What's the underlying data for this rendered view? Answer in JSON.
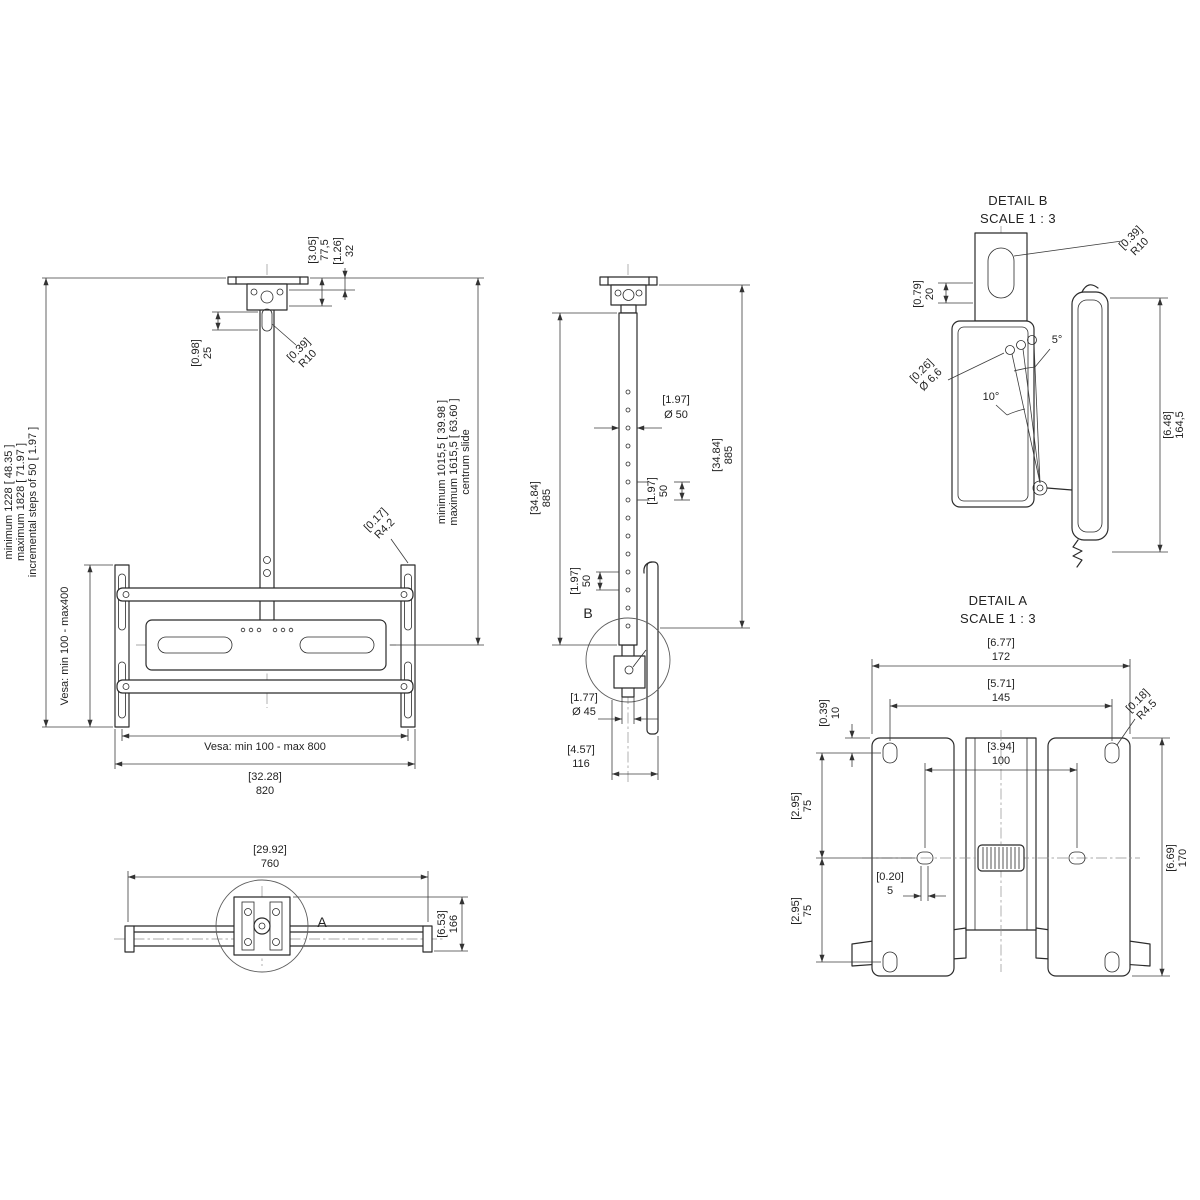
{
  "drawing": {
    "front_view": {
      "dim_drop": {
        "in": "[3.05]",
        "mm": "77,5"
      },
      "dim_coupler": {
        "in": "[1.26]",
        "mm": "32"
      },
      "dim_offset": {
        "in": "[0.98]",
        "mm": "25"
      },
      "dim_slot_radius": {
        "in": "[0.39]",
        "mm": "R10"
      },
      "note_min_height": "minimum 1228 [ 48.35 ]",
      "note_max_height": "maximum 1828 [ 71.97 ]",
      "note_steps": "incremental steps of 50 [ 1.97 ]",
      "note_min_slide": "minimum 1015,5 [ 39.98 ]",
      "note_max_slide": "maximum 1615,5 [ 63.60 ]",
      "note_centrum": "centrum slide",
      "dim_rail_radius": {
        "in": "[0.17]",
        "mm": "R4.2"
      },
      "vesa_vertical": "Vesa: min 100 - max400",
      "vesa_horizontal": "Vesa: min 100 - max 800",
      "dim_total_width": {
        "in": "[32.28]",
        "mm": "820"
      }
    },
    "side_view": {
      "dim_tube_dia": {
        "in": "[1.97]",
        "mm": "Ø 50"
      },
      "dim_tube_len_left": {
        "in": "[34.84]",
        "mm": "885"
      },
      "dim_tube_len_right": {
        "in": "[34.84]",
        "mm": "885"
      },
      "dim_pitch_upper": {
        "in": "[1.97]",
        "mm": "50"
      },
      "dim_pitch_lower": {
        "in": "[1.97]",
        "mm": "50"
      },
      "detail_marker": "B",
      "dim_inner_tube_dia": {
        "in": "[1.77]",
        "mm": "Ø 45"
      },
      "dim_depth": {
        "in": "[4.57]",
        "mm": "116"
      }
    },
    "top_view": {
      "dim_length": {
        "in": "[29.92]",
        "mm": "760"
      },
      "detail_marker": "A",
      "dim_depth": {
        "in": "[6.53]",
        "mm": "166"
      }
    },
    "detail_b": {
      "title": "DETAIL B",
      "scale": "SCALE 1 : 3",
      "dim_slot_radius": {
        "in": "[0.39]",
        "mm": "R10"
      },
      "dim_slot_height": {
        "in": "[0.79]",
        "mm": "20"
      },
      "dim_hole_dia": {
        "in": "[0.26]",
        "mm": "Ø 6,6"
      },
      "angle_small": "5°",
      "angle_large": "10°",
      "dim_plate_height": {
        "in": "[6.48]",
        "mm": "164,5"
      }
    },
    "detail_a": {
      "title": "DETAIL A",
      "scale": "SCALE 1 : 3",
      "dim_outer_width": {
        "in": "[6.77]",
        "mm": "172"
      },
      "dim_hole_span": {
        "in": "[5.71]",
        "mm": "145"
      },
      "dim_top_offset": {
        "in": "[0.39]",
        "mm": "10"
      },
      "dim_slot_radius": {
        "in": "[0.18]",
        "mm": "R4.5"
      },
      "dim_mid_span": {
        "in": "[3.94]",
        "mm": "100"
      },
      "dim_row_upper": {
        "in": "[2.95]",
        "mm": "75"
      },
      "dim_row_lower": {
        "in": "[2.95]",
        "mm": "75"
      },
      "dim_slot_offset": {
        "in": "[0.20]",
        "mm": "5"
      },
      "dim_outer_height": {
        "in": "[6.69]",
        "mm": "170"
      }
    }
  }
}
